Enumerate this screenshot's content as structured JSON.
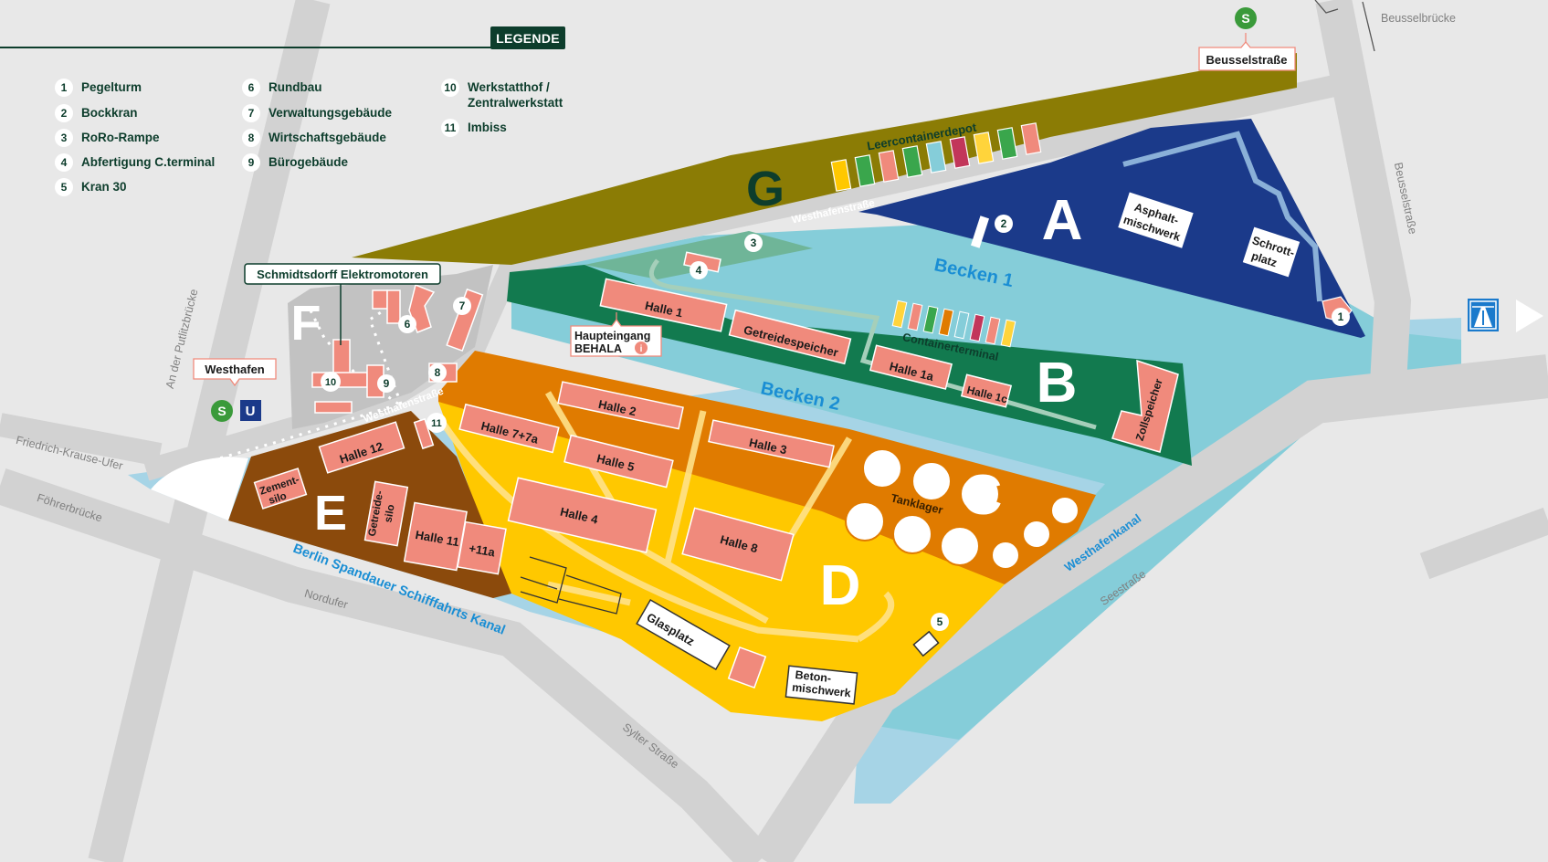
{
  "legend": {
    "title": "LEGENDE",
    "items": [
      {
        "num": "1",
        "label": "Pegelturm"
      },
      {
        "num": "2",
        "label": "Bockkran"
      },
      {
        "num": "3",
        "label": "RoRo-Rampe"
      },
      {
        "num": "4",
        "label": "Abfertigung C.terminal"
      },
      {
        "num": "5",
        "label": "Kran 30"
      },
      {
        "num": "6",
        "label": "Rundbau"
      },
      {
        "num": "7",
        "label": "Verwaltungsgebäude"
      },
      {
        "num": "8",
        "label": "Wirtschaftsgebäude"
      },
      {
        "num": "9",
        "label": "Bürogebäude"
      },
      {
        "num": "10",
        "label": "Werkstatthof /\nZentralwerkstatt"
      },
      {
        "num": "11",
        "label": "Imbiss"
      }
    ]
  },
  "areas": {
    "A": "A",
    "B": "B",
    "C": "C",
    "D": "D",
    "E": "E",
    "F": "F",
    "G": "G"
  },
  "water": {
    "becken1": "Becken 1",
    "becken2": "Becken 2",
    "kanal": "Berlin Spandauer Schifffahrts Kanal",
    "westhafenkanal": "Westhafenkanal"
  },
  "streets": {
    "beusselbruecke": "Beusselbrücke",
    "beusselstrasse_road": "Beusselstraße",
    "westhafenstrasse_top": "Westhafenstraße",
    "westhafenstrasse_bottom": "Westhafenstraße",
    "putlitz": "An der Putlitzbrücke",
    "friedrich_krause": "Friedrich-Krause-Ufer",
    "foehrer": "Föhrerbrücke",
    "nordufer": "Nordufer",
    "sylter": "Sylter Straße",
    "see": "Seestraße"
  },
  "stations": {
    "beusselstrasse": "Beusselstraße",
    "westhafen": "Westhafen",
    "s_symbol": "S",
    "u_symbol": "U"
  },
  "callouts": {
    "schmidtsdorff": "Schmidtsdorff Elektromotoren",
    "haupteingang_line1": "Haupteingang",
    "haupteingang_line2": "BEHALA",
    "info_symbol": "i"
  },
  "buildings": {
    "halle1": "Halle 1",
    "getreidespeicher": "Getreidespeicher",
    "halle1a": "Halle 1a",
    "halle1c": "Halle 1c",
    "containerterminal": "Containerterminal",
    "zollspeicher": "Zollspeicher",
    "leercontainerdepot": "Leercontainerdepot",
    "asphalt_1": "Asphalt-",
    "asphalt_2": "mischwerk",
    "schrott_1": "Schrott-",
    "schrott_2": "platz",
    "halle2": "Halle 2",
    "halle3": "Halle 3",
    "halle5": "Halle 5",
    "halle77a": "Halle 7+7a",
    "halle4": "Halle 4",
    "halle8": "Halle 8",
    "halle12": "Halle 12",
    "zement_1": "Zement-",
    "zement_2": "silo",
    "getreide_1": "Getreide-",
    "getreide_2": "silo",
    "halle11": "Halle 11",
    "halle11a": "+11a",
    "tanklager": "Tanklager",
    "glasplatz": "Glasplatz",
    "beton_1": "Beton-",
    "beton_2": "mischwerk"
  },
  "markers": [
    "1",
    "2",
    "3",
    "4",
    "5",
    "6",
    "7",
    "8",
    "9",
    "10",
    "11"
  ],
  "colors": {
    "background": "#e8e8e8",
    "road": "#d2d2d2",
    "water_canal": "#a6d4e6",
    "water_basin": "#85cdd9",
    "area_A": "#1b3a8a",
    "area_B": "#127a4f",
    "area_C": "#e07b00",
    "area_D": "#ffc800",
    "area_E": "#8b4a0c",
    "area_F": "#c2c2c2",
    "area_G": "#8b7c05",
    "building": "#f08a7c",
    "legend_dark": "#0d3d2c"
  },
  "icons": [
    "s-bahn-icon",
    "u-bahn-icon",
    "autobahn-icon",
    "arrow-right-icon",
    "info-icon"
  ]
}
